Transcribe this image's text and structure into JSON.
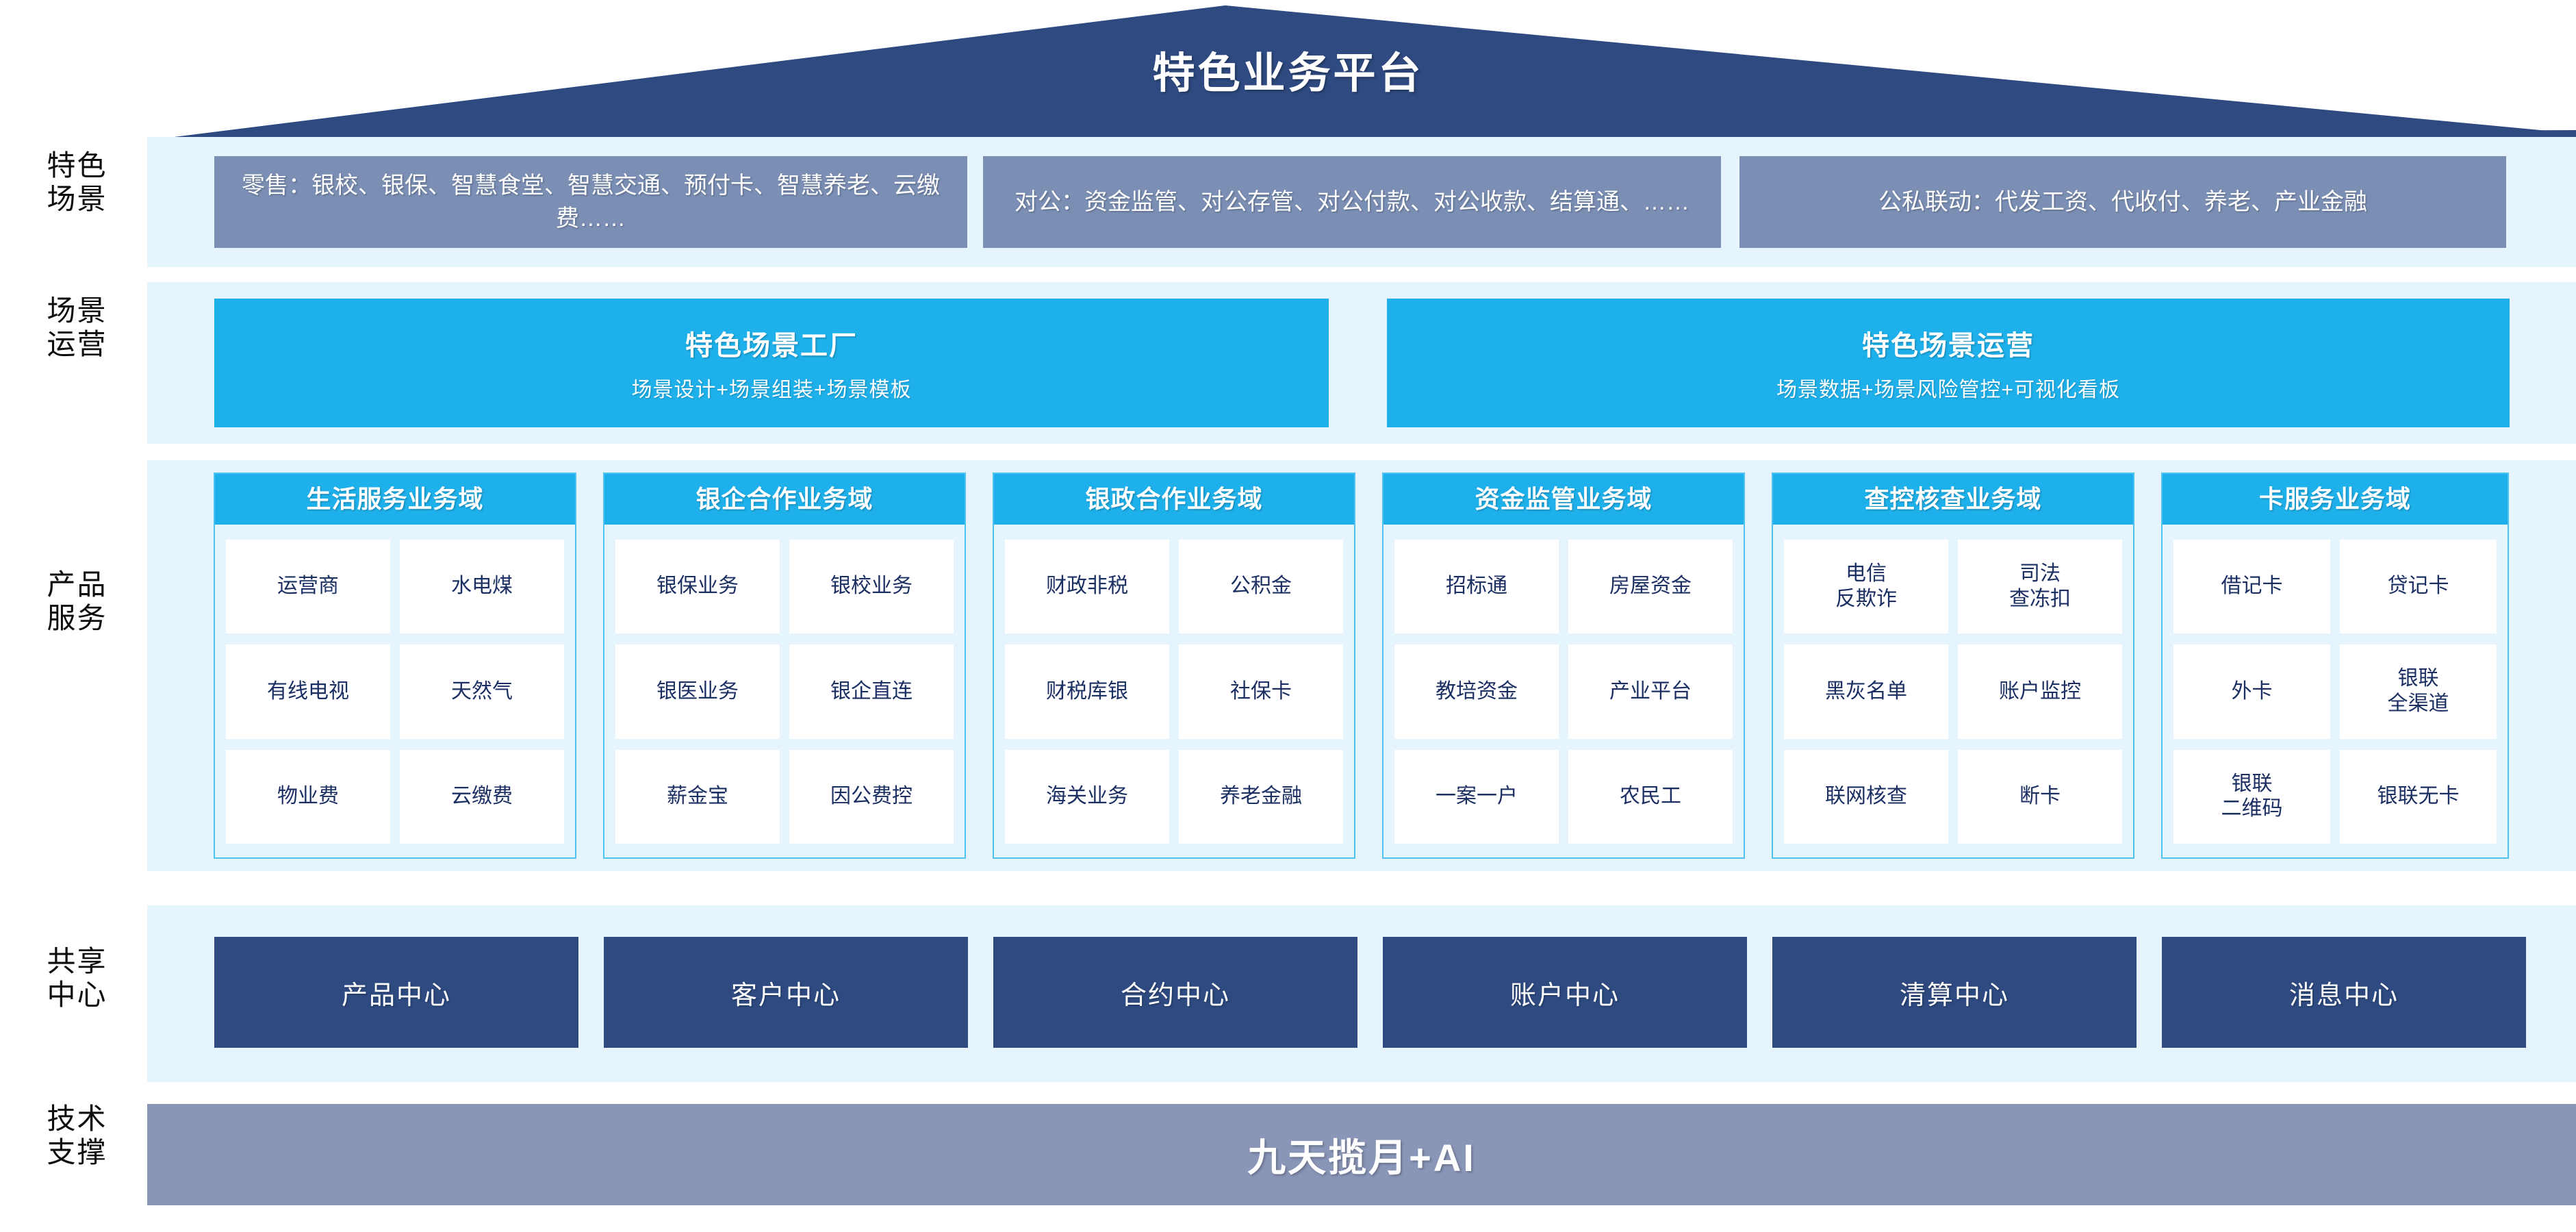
{
  "header": {
    "title": "特色业务平台"
  },
  "colors": {
    "navy": "#2e4a80",
    "slate": "#7b8fb5",
    "cyan": "#1eb0ea",
    "band": "#e6f5fd",
    "tech_bar": "#8a96b8",
    "cell_text": "#1b2f63",
    "col_border": "#4fc3f2"
  },
  "rows": [
    {
      "label": "特色\n场景"
    },
    {
      "label": "场景\n运营"
    },
    {
      "label": "产品\n服务"
    },
    {
      "label": "共享\n中心"
    },
    {
      "label": "技术\n支撑"
    }
  ],
  "scenes": [
    {
      "text": "零售：银校、银保、智慧食堂、智慧交通、预付卡、智慧养老、云缴费……"
    },
    {
      "text": "对公：资金监管、对公存管、对公付款、对公收款、结算通、……"
    },
    {
      "text": "公私联动：代发工资、代收付、养老、产业金融"
    }
  ],
  "operations": [
    {
      "title": "特色场景工厂",
      "subtitle": "场景设计+场景组装+场景模板"
    },
    {
      "title": "特色场景运营",
      "subtitle": "场景数据+场景风险管控+可视化看板"
    }
  ],
  "product_domains": [
    {
      "title": "生活服务业务域",
      "items": [
        "运营商",
        "水电煤",
        "有线电视",
        "天然气",
        "物业费",
        "云缴费"
      ]
    },
    {
      "title": "银企合作业务域",
      "items": [
        "银保业务",
        "银校业务",
        "银医业务",
        "银企直连",
        "薪金宝",
        "因公费控"
      ]
    },
    {
      "title": "银政合作业务域",
      "items": [
        "财政非税",
        "公积金",
        "财税库银",
        "社保卡",
        "海关业务",
        "养老金融"
      ]
    },
    {
      "title": "资金监管业务域",
      "items": [
        "招标通",
        "房屋资金",
        "教培资金",
        "产业平台",
        "一案一户",
        "农民工"
      ]
    },
    {
      "title": "查控核查业务域",
      "items": [
        "电信\n反欺诈",
        "司法\n查冻扣",
        "黑灰名单",
        "账户监控",
        "联网核查",
        "断卡"
      ]
    },
    {
      "title": "卡服务业务域",
      "items": [
        "借记卡",
        "贷记卡",
        "外卡",
        "银联\n全渠道",
        "银联\n二维码",
        "银联无卡"
      ]
    }
  ],
  "shared_centers": [
    {
      "label": "产品中心"
    },
    {
      "label": "客户中心"
    },
    {
      "label": "合约中心"
    },
    {
      "label": "账户中心"
    },
    {
      "label": "清算中心"
    },
    {
      "label": "消息中心"
    }
  ],
  "tech_support": {
    "label": "九天揽月+AI"
  }
}
